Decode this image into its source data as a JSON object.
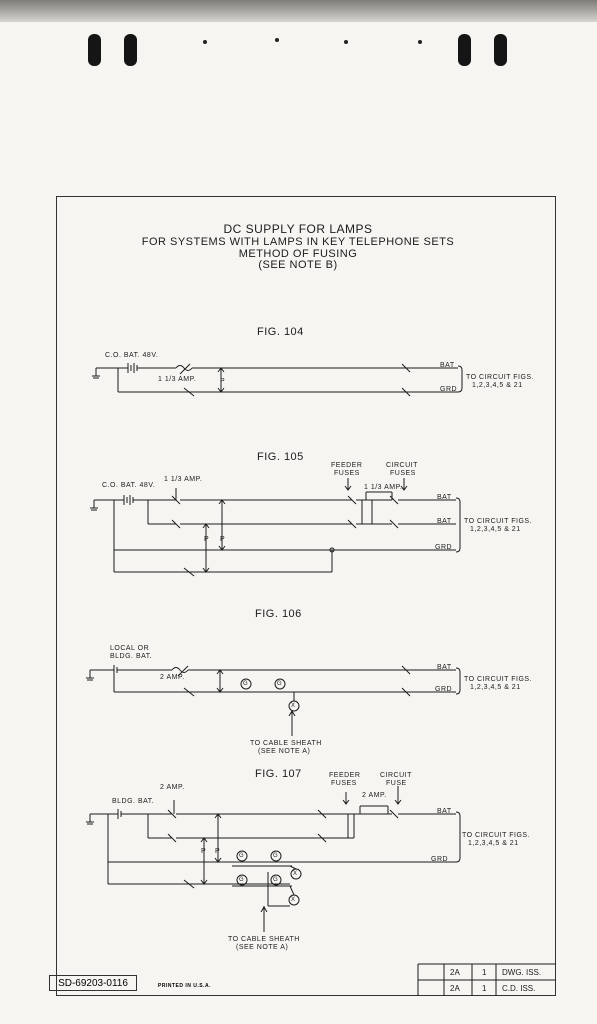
{
  "title": {
    "line1": "DC SUPPLY FOR LAMPS",
    "line2": "FOR SYSTEMS WITH LAMPS IN KEY TELEPHONE SETS",
    "line3": "METHOD OF FUSING",
    "line4": "(SEE NOTE B)"
  },
  "fig104": {
    "label": "FIG. 104",
    "battery": "C.O. BAT. 48V.",
    "fuse": "1 1/3 AMP.",
    "p": "P",
    "bat": "BAT",
    "grd": "GRD",
    "to_circuit_1": "TO CIRCUIT FIGS.",
    "to_circuit_2": "1,2,3,4,5 & 21"
  },
  "fig105": {
    "label": "FIG. 105",
    "battery": "C.O. BAT. 48V.",
    "fuse_main": "1 1/3 AMP.",
    "feeder_1": "FEEDER",
    "feeder_2": "FUSES",
    "circuit_1": "CIRCUIT",
    "circuit_2": "FUSES",
    "fuse_feeder": "1 1/3 AMP.",
    "p1": "P",
    "p2": "P",
    "bat1": "BAT",
    "bat2": "BAT",
    "grd": "GRD",
    "to_circuit_1": "TO CIRCUIT FIGS.",
    "to_circuit_2": "1,2,3,4,5 & 21"
  },
  "fig106": {
    "label": "FIG. 106",
    "battery_1": "LOCAL OR",
    "battery_2": "BLDG. BAT.",
    "fuse": "2 AMP.",
    "g": "G",
    "x": "X",
    "bat": "BAT",
    "grd": "GRD",
    "to_circuit_1": "TO CIRCUIT FIGS.",
    "to_circuit_2": "1,2,3,4,5 & 21",
    "sheath_1": "TO CABLE SHEATH",
    "sheath_2": "(SEE NOTE A)"
  },
  "fig107": {
    "label": "FIG. 107",
    "fuse_main": "2 AMP.",
    "battery": "BLDG. BAT.",
    "feeder_1": "FEEDER",
    "feeder_2": "FUSES",
    "circuit_1": "CIRCUIT",
    "circuit_2": "FUSE",
    "fuse_feeder": "2 AMP.",
    "p1": "P",
    "p2": "P",
    "g": "G",
    "x": "X",
    "bat": "BAT",
    "grd": "GRD",
    "to_circuit_1": "TO CIRCUIT FIGS.",
    "to_circuit_2": "1,2,3,4,5 & 21",
    "sheath_1": "TO CABLE SHEATH",
    "sheath_2": "(SEE NOTE A)"
  },
  "document_number": "SD-69203-0116",
  "printed": "PRINTED IN U.S.A.",
  "title_block": {
    "rows": [
      {
        "issue": "2A",
        "count": "1",
        "label": "DWG. ISS."
      },
      {
        "issue": "2A",
        "count": "1",
        "label": "C.D. ISS."
      }
    ]
  },
  "colors": {
    "ink": "#1b1b1b",
    "paper": "#f6f5f1"
  }
}
